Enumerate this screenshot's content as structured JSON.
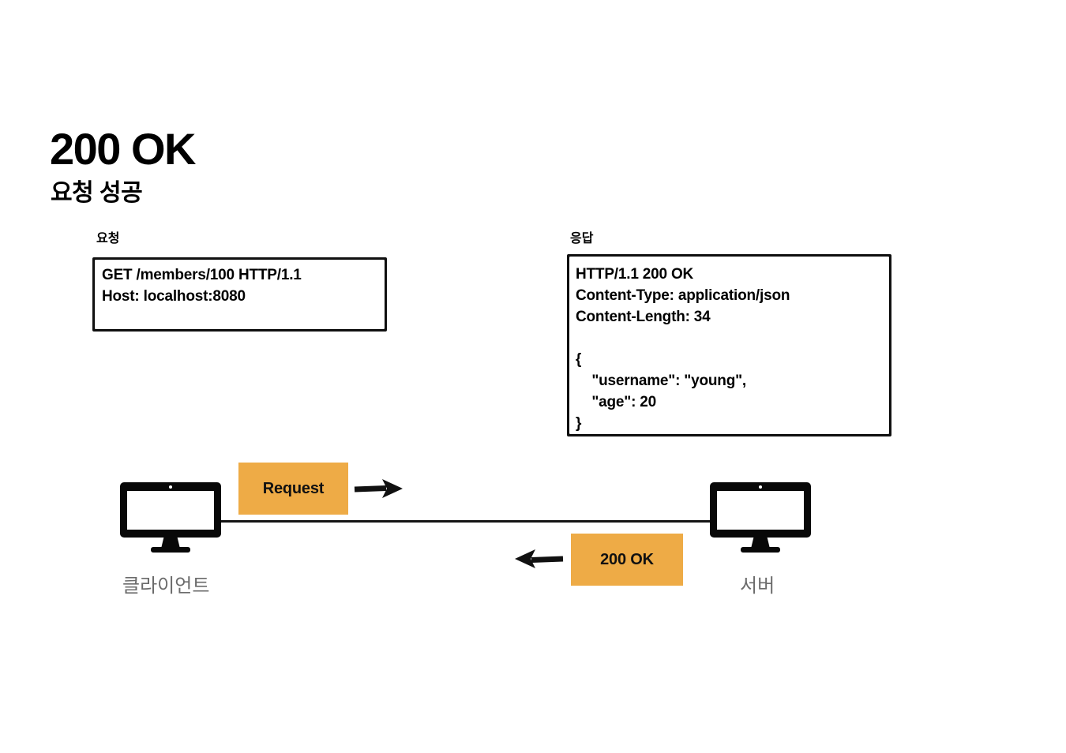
{
  "page": {
    "title": "200 OK",
    "subtitle": "요청 성공",
    "background_color": "#ffffff",
    "accent_color": "#eeab46",
    "text_color": "#000000",
    "muted_text_color": "#6b6b6b"
  },
  "request_panel": {
    "caption": "요청",
    "body": "GET /members/100 HTTP/1.1\nHost: localhost:8080"
  },
  "response_panel": {
    "caption": "응답",
    "body": "HTTP/1.1 200 OK\nContent-Type: application/json\nContent-Length: 34\n\n{\n    \"username\": \"young\",\n    \"age\": 20\n}"
  },
  "diagram": {
    "client": {
      "label": "클라이언트",
      "icon": "monitor-icon"
    },
    "server": {
      "label": "서버",
      "icon": "monitor-icon"
    },
    "request_flow": {
      "badge_label": "Request",
      "direction": "right",
      "badge_color": "#eeab46"
    },
    "response_flow": {
      "badge_label": "200 OK",
      "direction": "left",
      "badge_color": "#eeab46"
    }
  }
}
